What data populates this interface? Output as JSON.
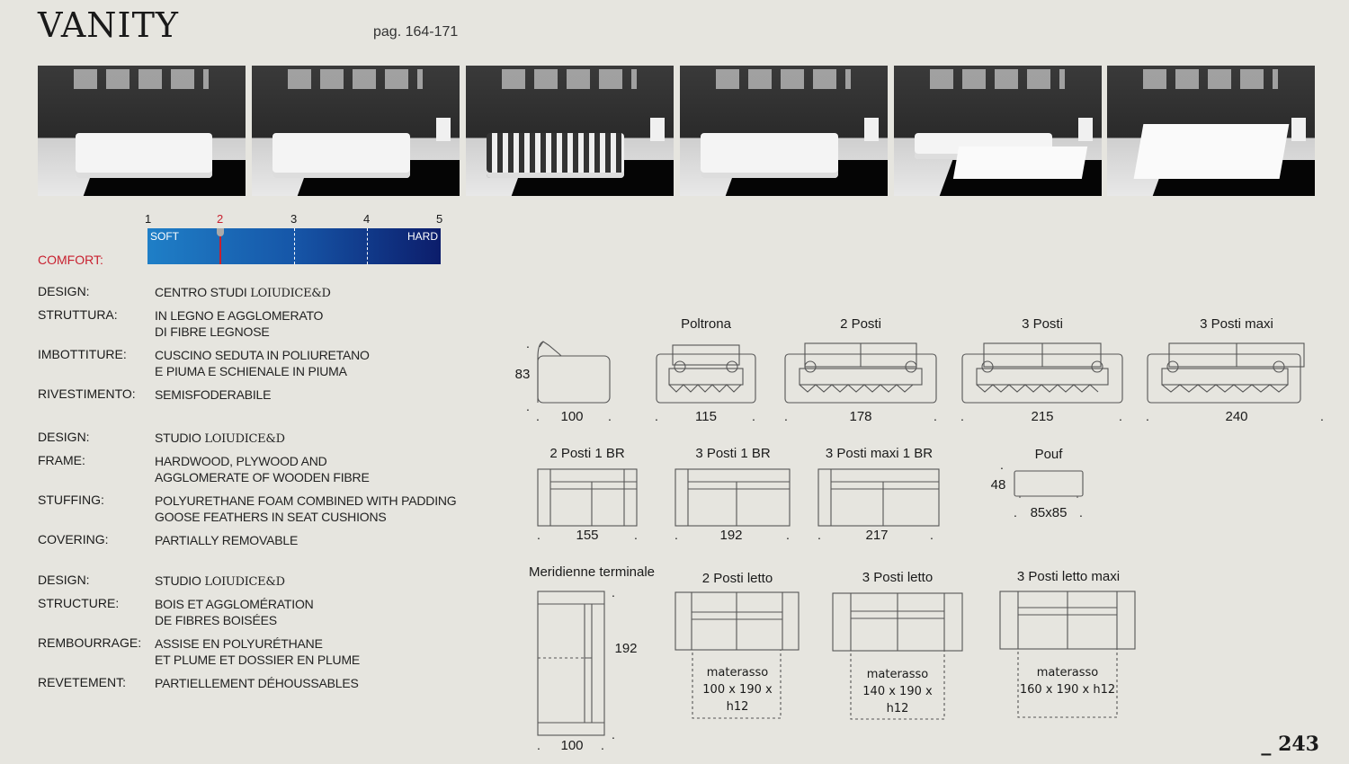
{
  "header": {
    "title": "VANITY",
    "pages": "pag. 164-171"
  },
  "photos": [
    "sofa-closed",
    "bed-step-1",
    "bed-step-2",
    "bed-step-3",
    "bed-step-4",
    "bed-open"
  ],
  "comfort": {
    "label": "COMFORT:",
    "numbers": [
      "1",
      "2",
      "3",
      "4",
      "5"
    ],
    "selected": 2,
    "soft": "SOFT",
    "hard": "HARD",
    "accent": "#c8202f"
  },
  "specs_it": [
    {
      "k": "DESIGN:",
      "v1": "CENTRO STUDI ",
      "brand": "LOIUDICE&D",
      "v2": ""
    },
    {
      "k": "STRUTTURA:",
      "v1": "IN LEGNO E AGGLOMERATO",
      "v2": "DI FIBRE LEGNOSE"
    },
    {
      "k": "IMBOTTITURE:",
      "v1": "CUSCINO SEDUTA IN POLIURETANO",
      "v2": "E PIUMA E SCHIENALE IN PIUMA"
    },
    {
      "k": "RIVESTIMENTO:",
      "v1": "SEMISFODERABILE",
      "v2": ""
    }
  ],
  "specs_en": [
    {
      "k": "DESIGN:",
      "v1": "STUDIO ",
      "brand": "LOIUDICE&D",
      "v2": ""
    },
    {
      "k": "FRAME:",
      "v1": "HARDWOOD, PLYWOOD AND",
      "v2": "AGGLOMERATE OF WOODEN FIBRE"
    },
    {
      "k": "STUFFING:",
      "v1": "POLYURETHANE FOAM COMBINED WITH PADDING",
      "v2": "GOOSE FEATHERS IN SEAT CUSHIONS"
    },
    {
      "k": "COVERING:",
      "v1": "PARTIALLY REMOVABLE",
      "v2": ""
    }
  ],
  "specs_fr": [
    {
      "k": "DESIGN:",
      "v1": "STUDIO ",
      "brand": "LOIUDICE&D",
      "v2": ""
    },
    {
      "k": "STRUCTURE:",
      "v1": "BOIS ET AGGLOMÉRATION",
      "v2": "DE FIBRES BOISÉES"
    },
    {
      "k": "REMBOURRAGE:",
      "v1": "ASSISE EN POLYURÉTHANE",
      "v2": "ET PLUME ET DOSSIER EN PLUME"
    },
    {
      "k": "REVETEMENT:",
      "v1": "PARTIELLEMENT DÉHOUSSABLES",
      "v2": ""
    }
  ],
  "models": {
    "side": {
      "height": "83",
      "depth": "100"
    },
    "poltrona": {
      "name": "Poltrona",
      "width": "115"
    },
    "p2": {
      "name": "2 Posti",
      "width": "178"
    },
    "p3": {
      "name": "3 Posti",
      "width": "215"
    },
    "p3max": {
      "name": "3 Posti maxi",
      "width": "240"
    },
    "p2br": {
      "name": "2 Posti 1 BR",
      "width": "155"
    },
    "p3br": {
      "name": "3 Posti 1 BR",
      "width": "192"
    },
    "p3maxbr": {
      "name": "3 Posti maxi 1 BR",
      "width": "217"
    },
    "pouf": {
      "name": "Pouf",
      "height": "48",
      "size": "85x85"
    },
    "meridienne": {
      "name": "Meridienne terminale",
      "length": "192",
      "width": "100"
    },
    "letto2": {
      "name": "2 Posti letto",
      "mat1": "materasso",
      "mat2": "100 x 190 x h12"
    },
    "letto3": {
      "name": "3 Posti letto",
      "mat1": "materasso",
      "mat2": "140 x 190 x h12"
    },
    "letto3max": {
      "name": "3 Posti letto maxi",
      "mat1": "materasso",
      "mat2": "160 x 190 x h12"
    }
  },
  "footer": {
    "page": "_ 243"
  }
}
